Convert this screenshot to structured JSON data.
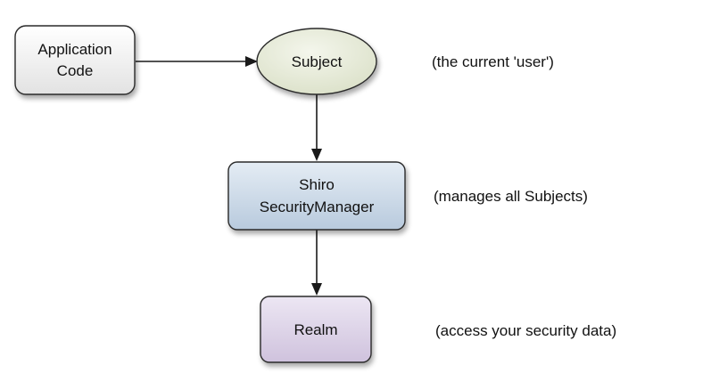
{
  "diagram": {
    "nodes": {
      "application_code": {
        "line1": "Application",
        "line2": "Code"
      },
      "subject": {
        "label": "Subject"
      },
      "security_manager": {
        "line1": "Shiro",
        "line2": "SecurityManager"
      },
      "realm": {
        "label": "Realm"
      }
    },
    "annotations": {
      "subject": "(the current 'user')",
      "security_manager": "(manages all Subjects)",
      "realm": "(access your security data)"
    },
    "colors": {
      "application_code_fill": "#f2f2f2",
      "subject_fill": "#e6ead7",
      "security_manager_fill": "#cad8e6",
      "realm_fill": "#dcd2e6",
      "stroke": "#2b2b2b",
      "arrow": "#1a1a1a"
    }
  }
}
